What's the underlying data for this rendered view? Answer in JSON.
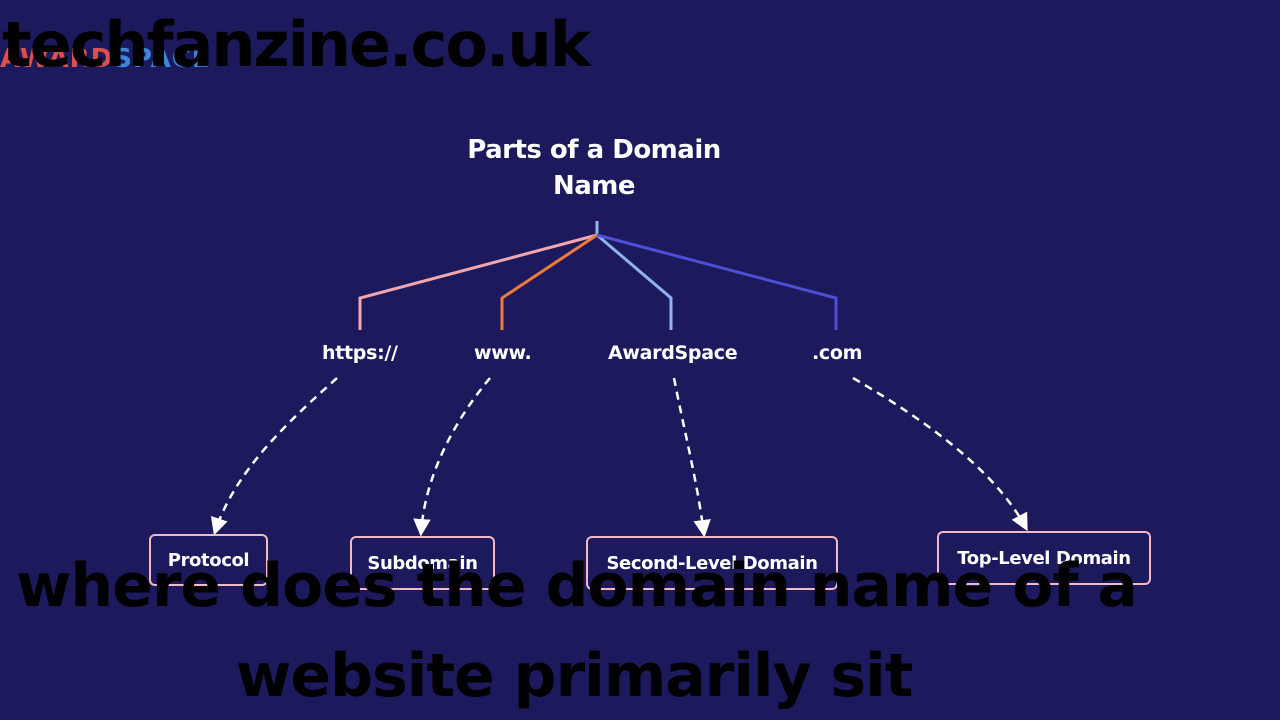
{
  "logo": {
    "part1": "AWARD",
    "part2": "SPACE"
  },
  "watermark": "techfanzine.co.uk",
  "diagram": {
    "title": "Parts of a Domain Name",
    "parts": [
      {
        "text": "https://",
        "color": "#f3a6b0"
      },
      {
        "text": "www.",
        "color": "#f07a3a"
      },
      {
        "text": "AwardSpace",
        "color": "#8fb2f3"
      },
      {
        "text": ".com",
        "color": "#4f4fd6"
      }
    ],
    "labels": [
      "Protocol",
      "Subdomain",
      "Second-Level Domain",
      "Top-Level Domain"
    ]
  },
  "caption": {
    "line1": "where does the domain name of a",
    "line2": "website primarily sit"
  }
}
